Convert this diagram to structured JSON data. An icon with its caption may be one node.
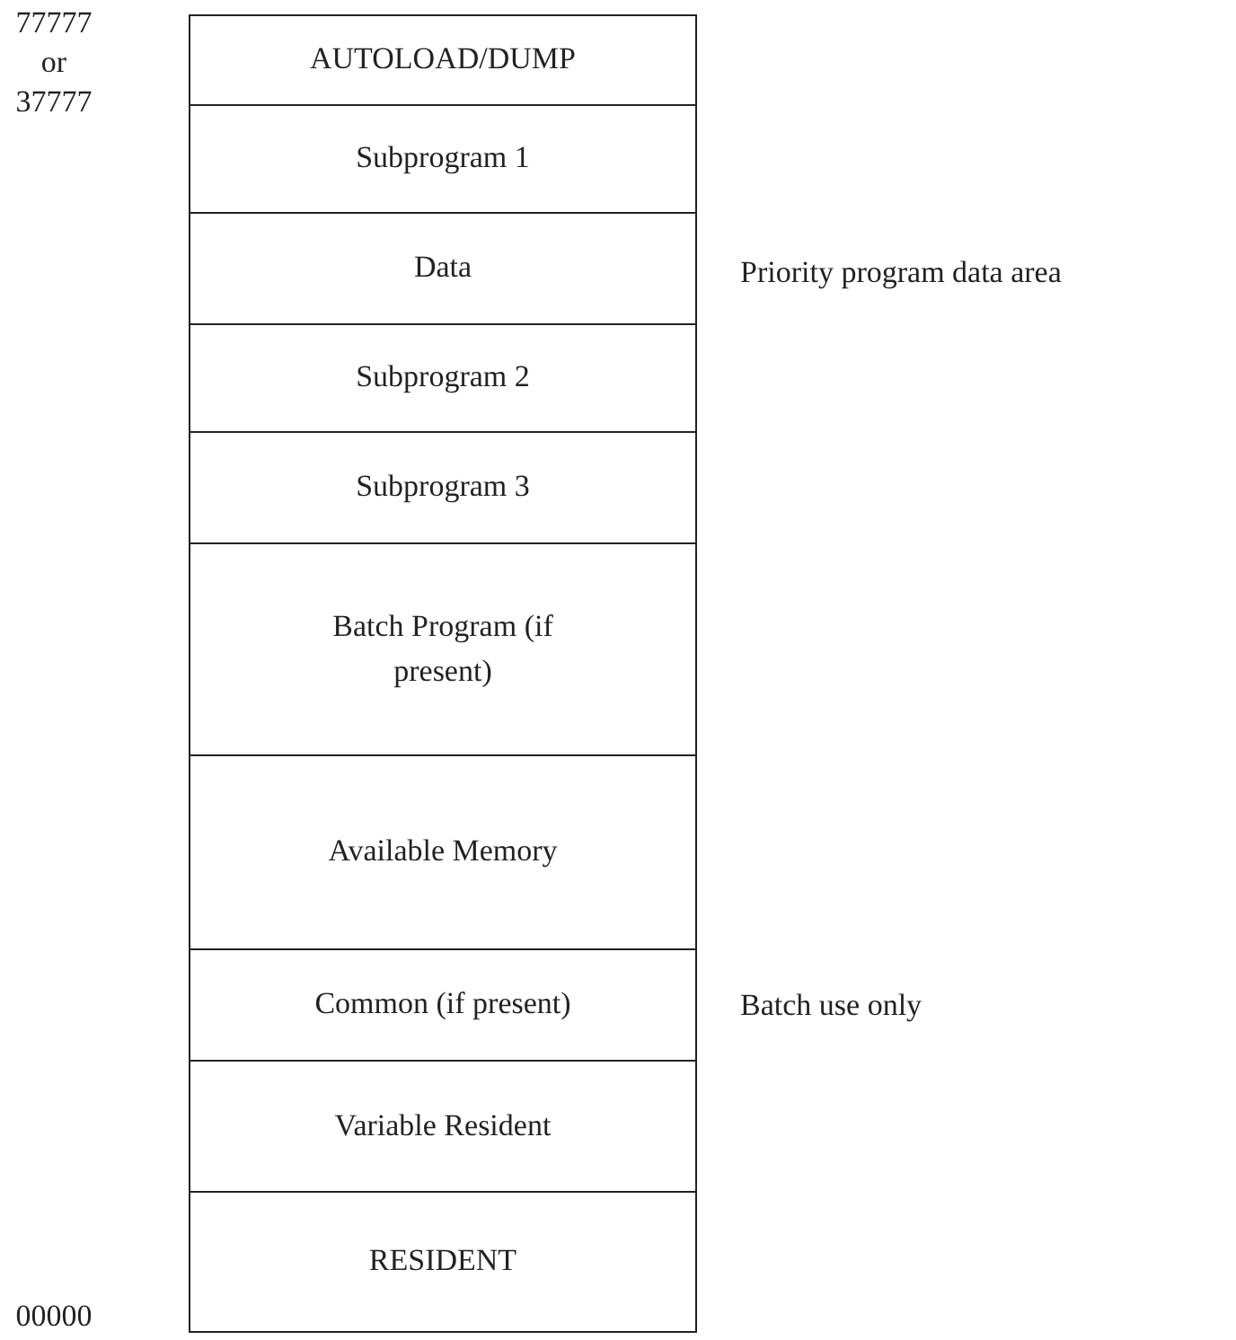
{
  "diagram": {
    "nodes": [
      {
        "text": [
          "AUTOLOAD/DUMP"
        ]
      },
      {
        "text": [
          "Subprogram 1"
        ]
      },
      {
        "text": [
          "Data"
        ],
        "beside": [
          "Priority program data area"
        ]
      },
      {
        "text": [
          "Subprogram 2"
        ]
      },
      {
        "text": [
          "Subprogram 3"
        ]
      },
      {
        "text": [
          "Batch Program (if present)"
        ]
      },
      {
        "text": [
          "Available Memory"
        ]
      },
      {
        "text": [
          "Common (if present)"
        ],
        "beside": [
          "Batch use only"
        ]
      },
      {
        "text": [
          "Variable Resident"
        ]
      },
      {
        "text": [
          "RESIDENT"
        ]
      }
    ],
    "labels": [
      "77777 or 37777",
      "00000"
    ]
  }
}
